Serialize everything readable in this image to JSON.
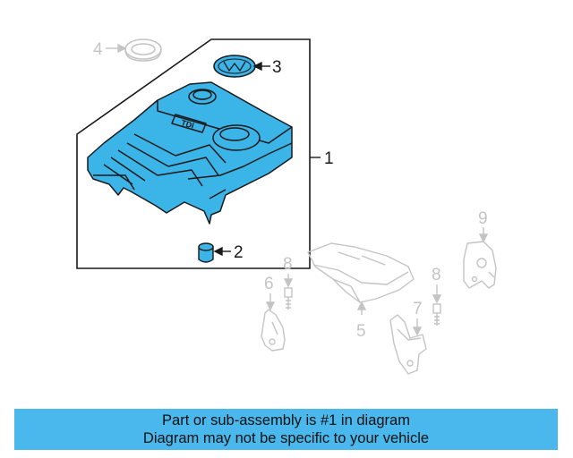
{
  "callouts": {
    "c1": "1",
    "c2": "2",
    "c3": "3",
    "c4": "4",
    "c5": "5",
    "c6": "6",
    "c7": "7",
    "c8a": "8",
    "c8b": "8",
    "c9": "9"
  },
  "cover_badge": "TDI",
  "banner": {
    "line1": "Part or sub-assembly is #1 in diagram",
    "line2": "Diagram may not be specific to your vehicle"
  },
  "colors": {
    "highlight": "#3bb4e8",
    "highlight_dark": "#1a6f97",
    "outline": "#1a1a1a",
    "ghost": "#c4c4c4",
    "banner": "#4ab8ec"
  }
}
